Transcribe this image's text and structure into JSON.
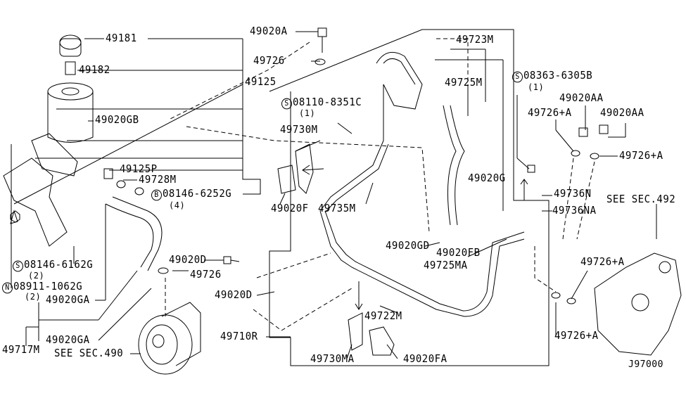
{
  "labels": {
    "p49181": "49181",
    "p49182": "49182",
    "p49125": "49125",
    "p49020GB": "49020GB",
    "p49125P": "49125P",
    "p49728M": "49728M",
    "b08146_6252G": {
      "symbol": "B",
      "part": "08146-6252G",
      "qty": "(4)"
    },
    "s08146_6162G": {
      "symbol": "S",
      "part": "08146-6162G",
      "qty": "(2)"
    },
    "n08911_1062G": {
      "symbol": "N",
      "part": "08911-1062G",
      "qty": "(2)"
    },
    "p49020GA_1": "49020GA",
    "p49020GA_2": "49020GA",
    "p49717M": "49717M",
    "see490": "SEE SEC.490",
    "p49020D_1": "49020D",
    "p49726_1": "49726",
    "p49020D_2": "49020D",
    "p49710R": "49710R",
    "p49020A": "49020A",
    "p49726_2": "49726",
    "s08110_8351C": {
      "symbol": "S",
      "part": "08110-8351C",
      "qty": "(1)"
    },
    "p49730M": "49730M",
    "p49020F": "49020F",
    "p49735M": "49735M",
    "p49723M": "49723M",
    "p49725M": "49725M",
    "p49020G": "49020G",
    "p49020GD": "49020GD",
    "p49020FB": "49020FB",
    "p49725MA": "49725MA",
    "p49722M": "49722M",
    "p49730MA": "49730MA",
    "p49020FA": "49020FA",
    "s08363_6305B": {
      "symbol": "S",
      "part": "08363-6305B",
      "qty": "(1)"
    },
    "p49020AA_1": "49020AA",
    "p49726A_1": "49726+A",
    "p49020AA_2": "49020AA",
    "p49726A_2": "49726+A",
    "p49736N": "49736N",
    "p49736NA": "49736NA",
    "see492": "SEE SEC.492",
    "p49726A_3": "49726+A",
    "p49726A_4": "49726+A",
    "diagram_code": "J97000"
  }
}
